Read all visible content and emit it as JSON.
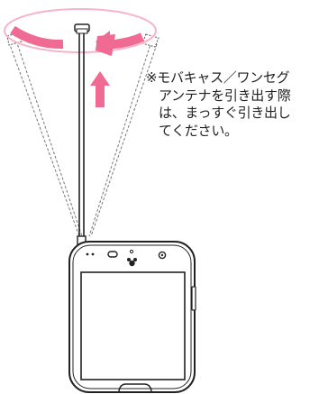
{
  "note": {
    "lines": [
      "※モバキャス／ワンセグ",
      "アンテナを引き出す際",
      "は、まっすぐ引き出し",
      "てください。"
    ]
  },
  "colors": {
    "arrow_pink": "#f06b93",
    "arrow_pink_light": "#f7b3c8",
    "line": "#222222",
    "dashed": "#777777"
  },
  "icons": {
    "rotation_arrow": "circular-rotation-arrow",
    "pull_arrow": "up-arrow",
    "logo": "mouse-ears-logo"
  }
}
